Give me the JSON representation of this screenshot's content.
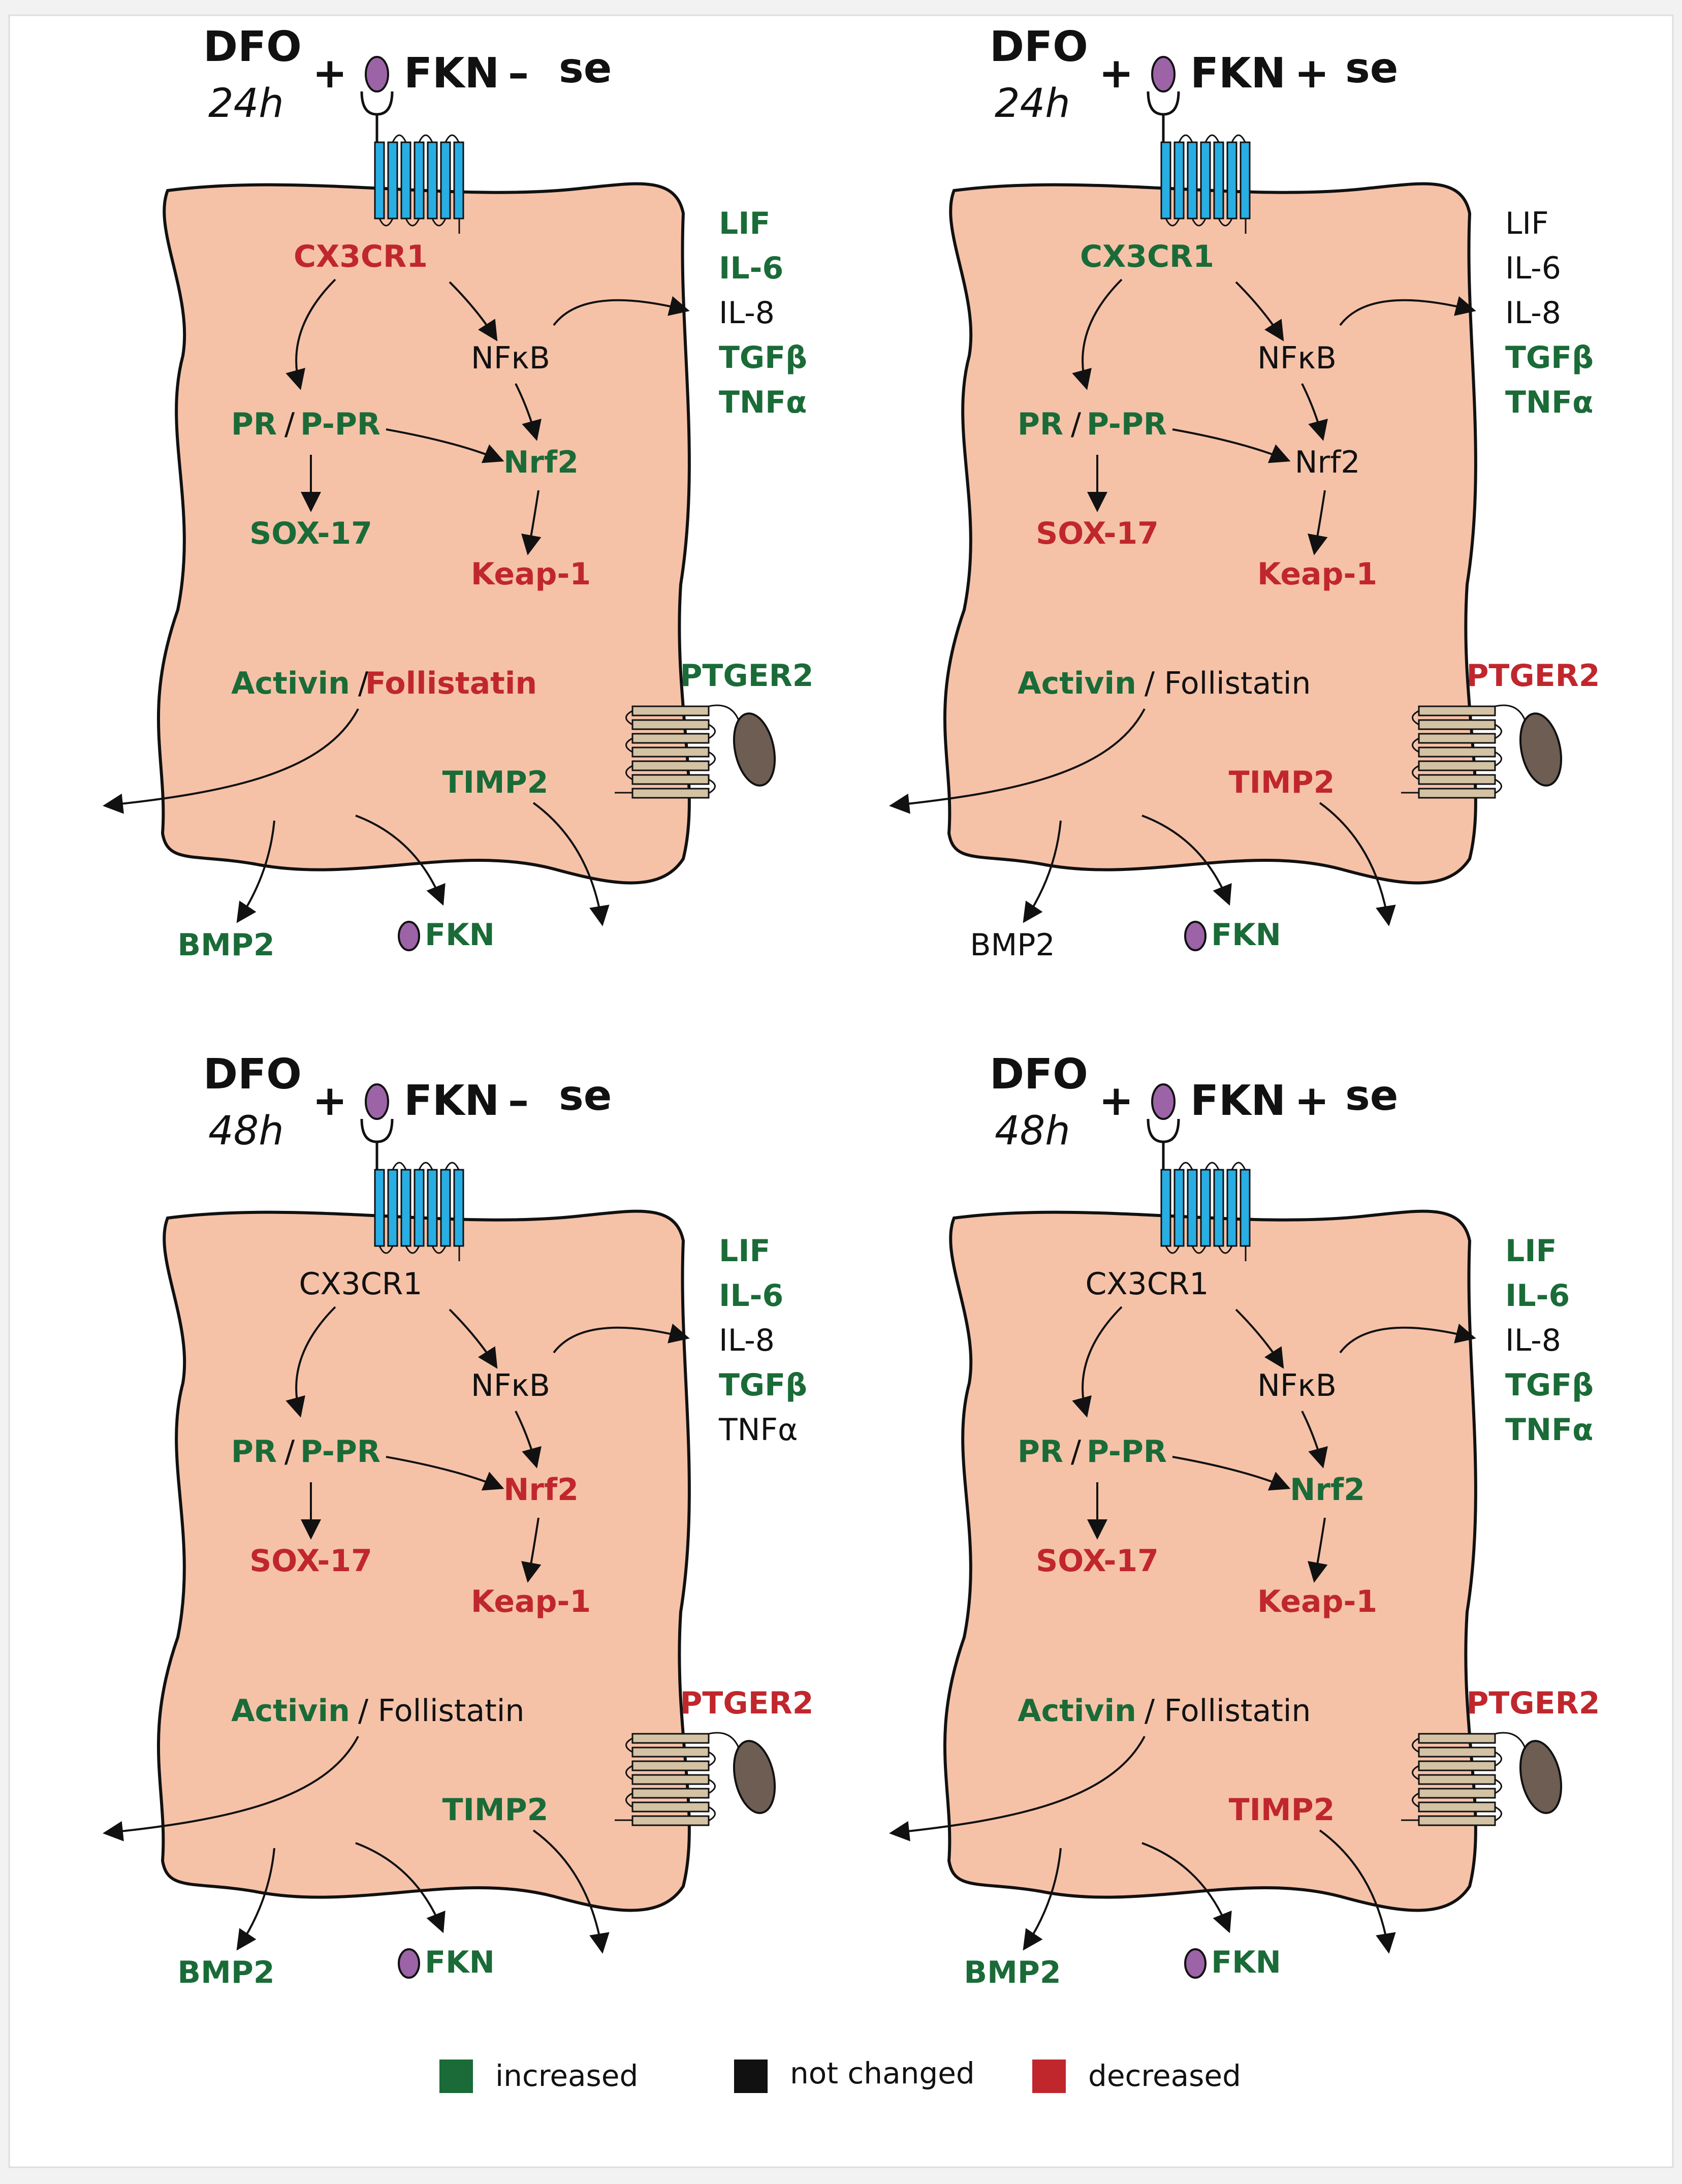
{
  "colors": {
    "increased": "#1a6b37",
    "not_changed": "#111111",
    "decreased": "#c0272d",
    "cell_fill": "#f5c2a8",
    "receptor_blue": "#29aee3",
    "ptger2_tan": "#d4c2a4",
    "ligand_purple": "#9c63a6",
    "prostaglandin_brown": "#6d5d52"
  },
  "panels": [
    {
      "id": "p1",
      "drug": "DFO",
      "time": "24h",
      "plus": "+",
      "ligand": "FKN",
      "se_sign": "–",
      "se": "se",
      "labels": {
        "cx3cr1": {
          "text": "CX3CR1",
          "status": "decreased"
        },
        "nfkb": {
          "text": "NFκB",
          "status": "not_changed"
        },
        "pr": {
          "text": "PR",
          "status": "increased"
        },
        "slash1": {
          "text": "/",
          "status": "not_changed"
        },
        "ppr": {
          "text": "P-PR",
          "status": "increased"
        },
        "nrf2": {
          "text": "Nrf2",
          "status": "increased"
        },
        "sox17": {
          "text": "SOX-17",
          "status": "increased"
        },
        "keap1": {
          "text": "Keap-1",
          "status": "decreased"
        },
        "lif": {
          "text": "LIF",
          "status": "increased"
        },
        "il6": {
          "text": "IL-6",
          "status": "increased"
        },
        "il8": {
          "text": "IL-8",
          "status": "not_changed"
        },
        "tgfb": {
          "text": "TGFβ",
          "status": "increased"
        },
        "tnfa": {
          "text": "TNFα",
          "status": "increased"
        },
        "activin": {
          "text": "Activin",
          "status": "increased"
        },
        "slash2": {
          "text": "/",
          "status": "not_changed"
        },
        "follistatin": {
          "text": "Follistatin",
          "status": "decreased"
        },
        "ptger2": {
          "text": "PTGER2",
          "status": "increased"
        },
        "timp2": {
          "text": "TIMP2",
          "status": "increased"
        },
        "bmp2": {
          "text": "BMP2",
          "status": "increased"
        },
        "fkn": {
          "text": "FKN",
          "status": "increased"
        }
      }
    },
    {
      "id": "p2",
      "drug": "DFO",
      "time": "24h",
      "plus": "+",
      "ligand": "FKN",
      "se_sign": "+",
      "se": "se",
      "labels": {
        "cx3cr1": {
          "text": "CX3CR1",
          "status": "increased"
        },
        "nfkb": {
          "text": "NFκB",
          "status": "not_changed"
        },
        "pr": {
          "text": "PR",
          "status": "increased"
        },
        "slash1": {
          "text": "/",
          "status": "not_changed"
        },
        "ppr": {
          "text": "P-PR",
          "status": "increased"
        },
        "nrf2": {
          "text": "Nrf2",
          "status": "not_changed"
        },
        "sox17": {
          "text": "SOX-17",
          "status": "decreased"
        },
        "keap1": {
          "text": "Keap-1",
          "status": "decreased"
        },
        "lif": {
          "text": "LIF",
          "status": "not_changed"
        },
        "il6": {
          "text": "IL-6",
          "status": "not_changed"
        },
        "il8": {
          "text": "IL-8",
          "status": "not_changed"
        },
        "tgfb": {
          "text": "TGFβ",
          "status": "increased"
        },
        "tnfa": {
          "text": "TNFα",
          "status": "increased"
        },
        "activin": {
          "text": "Activin",
          "status": "increased"
        },
        "slash2": {
          "text": "/",
          "status": "not_changed"
        },
        "follistatin": {
          "text": "Follistatin",
          "status": "not_changed"
        },
        "ptger2": {
          "text": "PTGER2",
          "status": "decreased"
        },
        "timp2": {
          "text": "TIMP2",
          "status": "decreased"
        },
        "bmp2": {
          "text": "BMP2",
          "status": "not_changed"
        },
        "fkn": {
          "text": "FKN",
          "status": "increased"
        }
      }
    },
    {
      "id": "p3",
      "drug": "DFO",
      "time": "48h",
      "plus": "+",
      "ligand": "FKN",
      "se_sign": "–",
      "se": "se",
      "labels": {
        "cx3cr1": {
          "text": "CX3CR1",
          "status": "not_changed"
        },
        "nfkb": {
          "text": "NFκB",
          "status": "not_changed"
        },
        "pr": {
          "text": "PR",
          "status": "increased"
        },
        "slash1": {
          "text": "/",
          "status": "not_changed"
        },
        "ppr": {
          "text": "P-PR",
          "status": "increased"
        },
        "nrf2": {
          "text": "Nrf2",
          "status": "decreased"
        },
        "sox17": {
          "text": "SOX-17",
          "status": "decreased"
        },
        "keap1": {
          "text": "Keap-1",
          "status": "decreased"
        },
        "lif": {
          "text": "LIF",
          "status": "increased"
        },
        "il6": {
          "text": "IL-6",
          "status": "increased"
        },
        "il8": {
          "text": "IL-8",
          "status": "not_changed"
        },
        "tgfb": {
          "text": "TGFβ",
          "status": "increased"
        },
        "tnfa": {
          "text": "TNFα",
          "status": "not_changed"
        },
        "activin": {
          "text": "Activin",
          "status": "increased"
        },
        "slash2": {
          "text": "/",
          "status": "not_changed"
        },
        "follistatin": {
          "text": "Follistatin",
          "status": "not_changed"
        },
        "ptger2": {
          "text": "PTGER2",
          "status": "decreased"
        },
        "timp2": {
          "text": "TIMP2",
          "status": "increased"
        },
        "bmp2": {
          "text": "BMP2",
          "status": "increased"
        },
        "fkn": {
          "text": "FKN",
          "status": "increased"
        }
      }
    },
    {
      "id": "p4",
      "drug": "DFO",
      "time": "48h",
      "plus": "+",
      "ligand": "FKN",
      "se_sign": "+",
      "se": "se",
      "labels": {
        "cx3cr1": {
          "text": "CX3CR1",
          "status": "not_changed"
        },
        "nfkb": {
          "text": "NFκB",
          "status": "not_changed"
        },
        "pr": {
          "text": "PR",
          "status": "increased"
        },
        "slash1": {
          "text": "/",
          "status": "not_changed"
        },
        "ppr": {
          "text": "P-PR",
          "status": "increased"
        },
        "nrf2": {
          "text": "Nrf2",
          "status": "increased"
        },
        "sox17": {
          "text": "SOX-17",
          "status": "decreased"
        },
        "keap1": {
          "text": "Keap-1",
          "status": "decreased"
        },
        "lif": {
          "text": "LIF",
          "status": "increased"
        },
        "il6": {
          "text": "IL-6",
          "status": "increased"
        },
        "il8": {
          "text": "IL-8",
          "status": "not_changed"
        },
        "tgfb": {
          "text": "TGFβ",
          "status": "increased"
        },
        "tnfa": {
          "text": "TNFα",
          "status": "increased"
        },
        "activin": {
          "text": "Activin",
          "status": "increased"
        },
        "slash2": {
          "text": "/",
          "status": "not_changed"
        },
        "follistatin": {
          "text": "Follistatin",
          "status": "not_changed"
        },
        "ptger2": {
          "text": "PTGER2",
          "status": "decreased"
        },
        "timp2": {
          "text": "TIMP2",
          "status": "decreased"
        },
        "bmp2": {
          "text": "BMP2",
          "status": "increased"
        },
        "fkn": {
          "text": "FKN",
          "status": "increased"
        }
      }
    }
  ],
  "legend": [
    {
      "key": "increased",
      "label": "increased"
    },
    {
      "key": "not_changed",
      "label": "not changed"
    },
    {
      "key": "decreased",
      "label": "decreased"
    }
  ]
}
